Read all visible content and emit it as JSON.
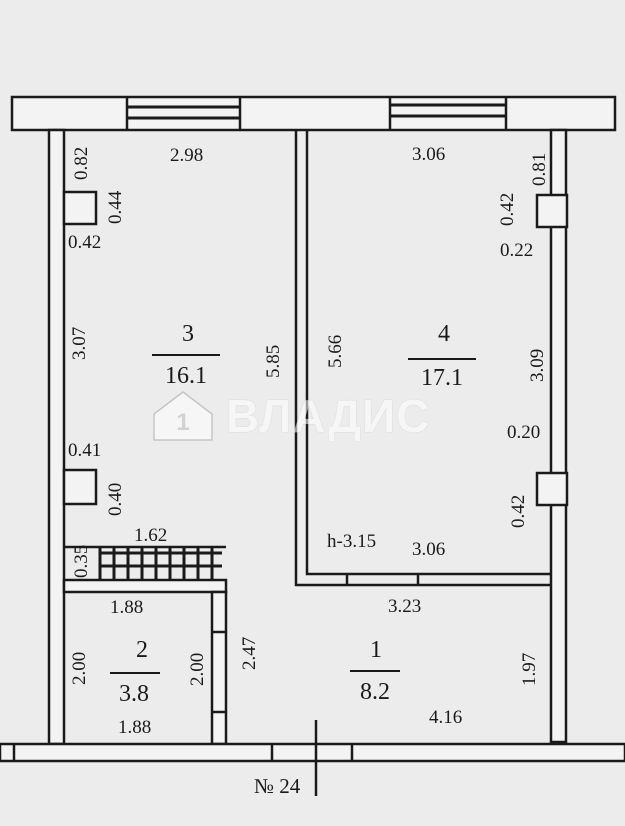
{
  "rooms": [
    {
      "number": "3",
      "area": "16.1"
    },
    {
      "number": "4",
      "area": "17.1"
    },
    {
      "number": "2",
      "area": "3.8"
    },
    {
      "number": "1",
      "area": "8.2"
    }
  ],
  "dimensions": {
    "d_2_98": "2.98",
    "d_3_06_top": "3.06",
    "d_0_82": "0.82",
    "d_0_44": "0.44",
    "d_0_42_left": "0.42",
    "d_3_07": "3.07",
    "d_5_85": "5.85",
    "d_5_66": "5.66",
    "d_0_42_right_top": "0.42",
    "d_0_81": "0.81",
    "d_0_22": "0.22",
    "d_3_09": "3.09",
    "d_0_41": "0.41",
    "d_0_40": "0.40",
    "d_0_20": "0.20",
    "d_0_42_right_bottom": "0.42",
    "d_0_35": "0.35",
    "d_1_62": "1.62",
    "d_h": "h-3.15",
    "d_3_06_bottom": "3.06",
    "d_1_88_top": "1.88",
    "d_3_23": "3.23",
    "d_2_00_left": "2.00",
    "d_2_00_right": "2.00",
    "d_2_47": "2.47",
    "d_1_97": "1.97",
    "d_1_88_bottom": "1.88",
    "d_4_16": "4.16"
  },
  "apartment_number": "№ 24",
  "watermark": "ВЛАДИС",
  "colors": {
    "wall": "#1a1a1a",
    "paper": "#ececec",
    "watermark": "#ffffff"
  }
}
